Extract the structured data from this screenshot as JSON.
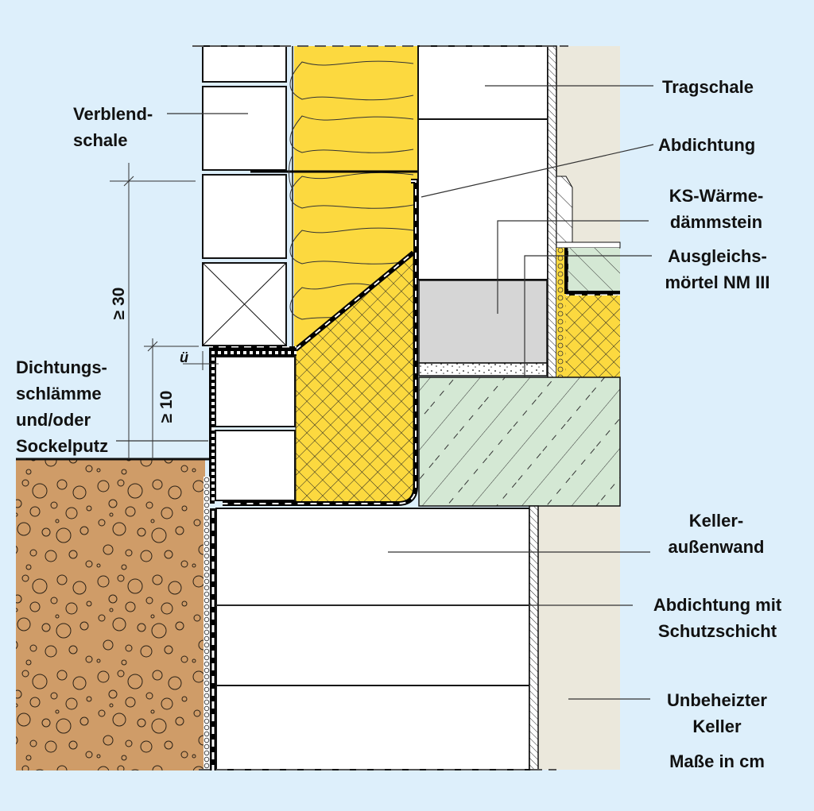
{
  "diagram": {
    "type": "construction-detail-section",
    "subject": "Sockelanschluss zweischaliges Mauerwerk über unbeheiztem Keller",
    "colors": {
      "background": "#ddeffb",
      "insulation_yellow": "#fcd93f",
      "soil": "#cf9c68",
      "concrete_green": "#d4e8d4",
      "interior_beige": "#ebe8dc",
      "grey_block": "#d6d6d6",
      "line": "#111111"
    }
  },
  "labels": {
    "verblendschale": [
      "Verblend-",
      "schale"
    ],
    "tragschale": "Tragschale",
    "abdichtung": "Abdichtung",
    "ks_waermedaemmstein": [
      "KS-Wärme-",
      "dämmstein"
    ],
    "ausgleichsmoertel": [
      "Ausgleichs-",
      "mörtel NM III"
    ],
    "dichtungsschlaemme": [
      "Dichtungs-",
      "schlämme",
      "und/oder",
      "Sockelputz"
    ],
    "kelleraussenwand": [
      "Keller-",
      "außenwand"
    ],
    "abdichtung_schutzschicht": [
      "Abdichtung mit",
      "Schutzschicht"
    ],
    "unbeheizter_keller": [
      "Unbeheizter",
      "Keller"
    ],
    "masse": "Maße in cm"
  },
  "dimensions": {
    "min_height_above_ground": "≥ 30",
    "min_sockel_height": "≥ 10",
    "overhang": "ü"
  }
}
